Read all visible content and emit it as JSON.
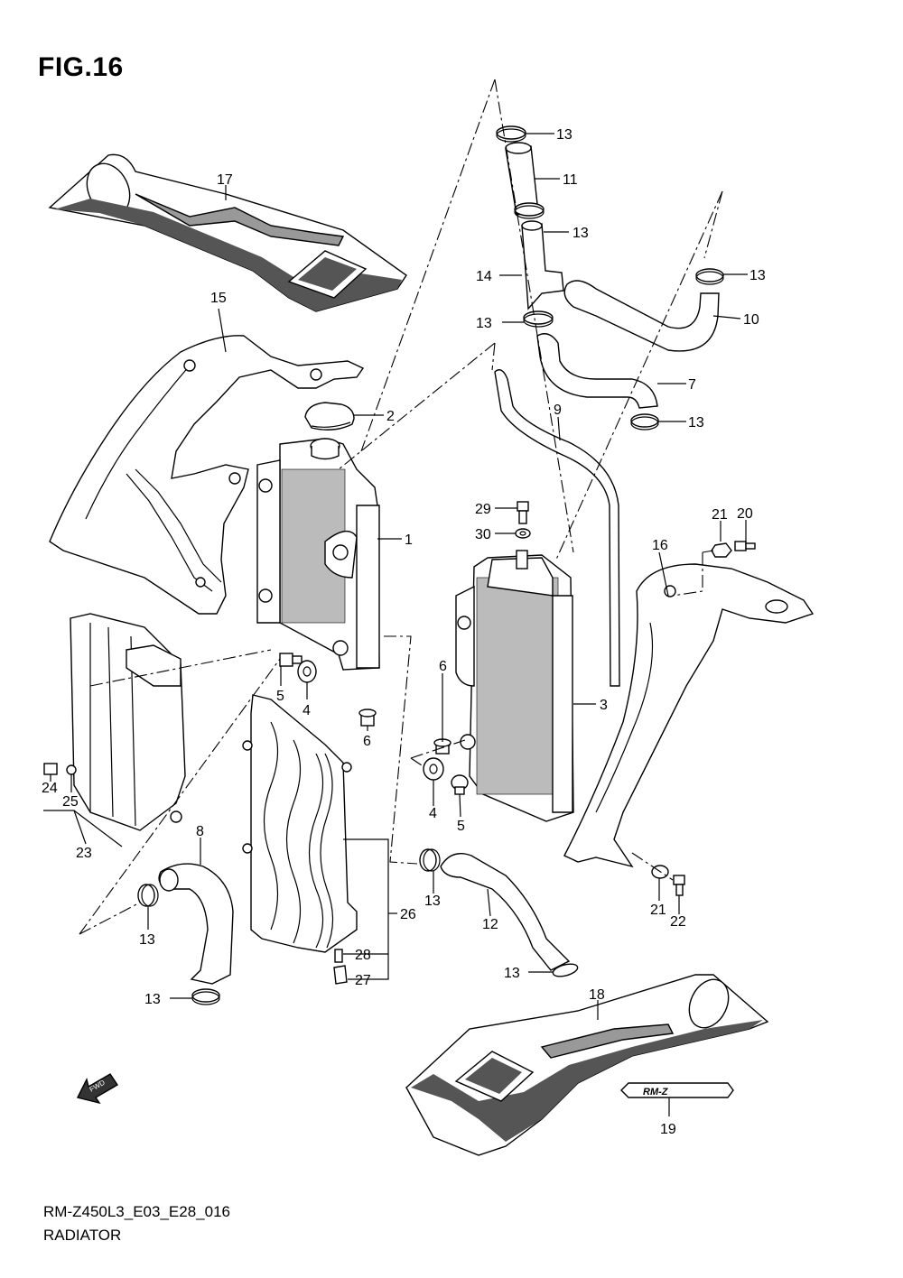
{
  "figure": {
    "title": "FIG.16",
    "code": "RM-Z450L3_E03_E28_016",
    "name": "RADIATOR"
  },
  "callouts": [
    {
      "id": "c13a",
      "label": "13"
    },
    {
      "id": "c11",
      "label": "11"
    },
    {
      "id": "c13b",
      "label": "13"
    },
    {
      "id": "c14",
      "label": "14"
    },
    {
      "id": "c13c",
      "label": "13"
    },
    {
      "id": "c13d",
      "label": "13"
    },
    {
      "id": "c10",
      "label": "10"
    },
    {
      "id": "c7",
      "label": "7"
    },
    {
      "id": "c13e",
      "label": "13"
    },
    {
      "id": "c17",
      "label": "17"
    },
    {
      "id": "c15",
      "label": "15"
    },
    {
      "id": "c2",
      "label": "2"
    },
    {
      "id": "c9",
      "label": "9"
    },
    {
      "id": "c1",
      "label": "1"
    },
    {
      "id": "c29",
      "label": "29"
    },
    {
      "id": "c30",
      "label": "30"
    },
    {
      "id": "c21a",
      "label": "21"
    },
    {
      "id": "c20",
      "label": "20"
    },
    {
      "id": "c16",
      "label": "16"
    },
    {
      "id": "c6a",
      "label": "6"
    },
    {
      "id": "c3",
      "label": "3"
    },
    {
      "id": "c5a",
      "label": "5"
    },
    {
      "id": "c4a",
      "label": "4"
    },
    {
      "id": "c6b",
      "label": "6"
    },
    {
      "id": "c24",
      "label": "24"
    },
    {
      "id": "c25",
      "label": "25"
    },
    {
      "id": "c23",
      "label": "23"
    },
    {
      "id": "c4b",
      "label": "4"
    },
    {
      "id": "c5b",
      "label": "5"
    },
    {
      "id": "c8",
      "label": "8"
    },
    {
      "id": "c13f",
      "label": "13"
    },
    {
      "id": "c13g",
      "label": "13"
    },
    {
      "id": "c26",
      "label": "26"
    },
    {
      "id": "c12",
      "label": "12"
    },
    {
      "id": "c21b",
      "label": "21"
    },
    {
      "id": "c22",
      "label": "22"
    },
    {
      "id": "c28",
      "label": "28"
    },
    {
      "id": "c27",
      "label": "27"
    },
    {
      "id": "c13h",
      "label": "13"
    },
    {
      "id": "c13i",
      "label": "13"
    },
    {
      "id": "c18",
      "label": "18"
    },
    {
      "id": "c19",
      "label": "19"
    }
  ],
  "decals": {
    "fwd_arrow_text": "FWD",
    "emblem_text": "RM-Z"
  },
  "colors": {
    "line": "#000000",
    "background": "#ffffff"
  }
}
